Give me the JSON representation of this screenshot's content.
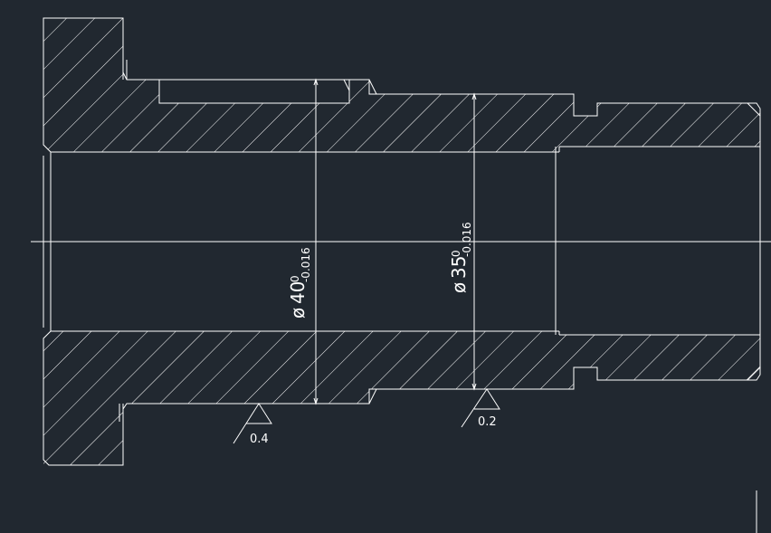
{
  "drawing": {
    "background_color": "#212830",
    "line_color": "#ffffff",
    "hatch_color": "#ffffff"
  },
  "dimensions": {
    "d40": {
      "symbol": "ø",
      "nominal": "40",
      "upper_tol": "0",
      "lower_tol": "-0.016"
    },
    "d35": {
      "symbol": "ø",
      "nominal": "35",
      "upper_tol": "0",
      "lower_tol": "-0.016"
    }
  },
  "roughness": {
    "left": "0.4",
    "right": "0.2"
  }
}
